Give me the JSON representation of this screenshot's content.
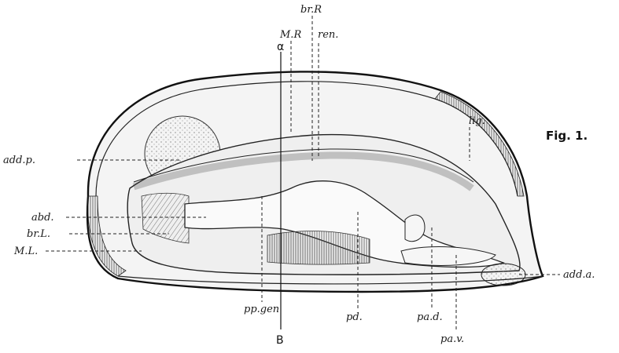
{
  "figure": {
    "caption": "Fig. 1.",
    "axis_top": "α",
    "axis_bottom": "B"
  },
  "labels": {
    "br_R": "br.R",
    "M_R": "M.R",
    "ren": "ren.",
    "lig": "lig.",
    "add_p": "add.p.",
    "abd": "abd.",
    "br_L": "br.L.",
    "M_L": "M.L.",
    "add_a": "add.a.",
    "pp_gen": "pp.gen",
    "pd": "pd.",
    "pa_d": "pa.d.",
    "pa_v": "pa.v."
  }
}
